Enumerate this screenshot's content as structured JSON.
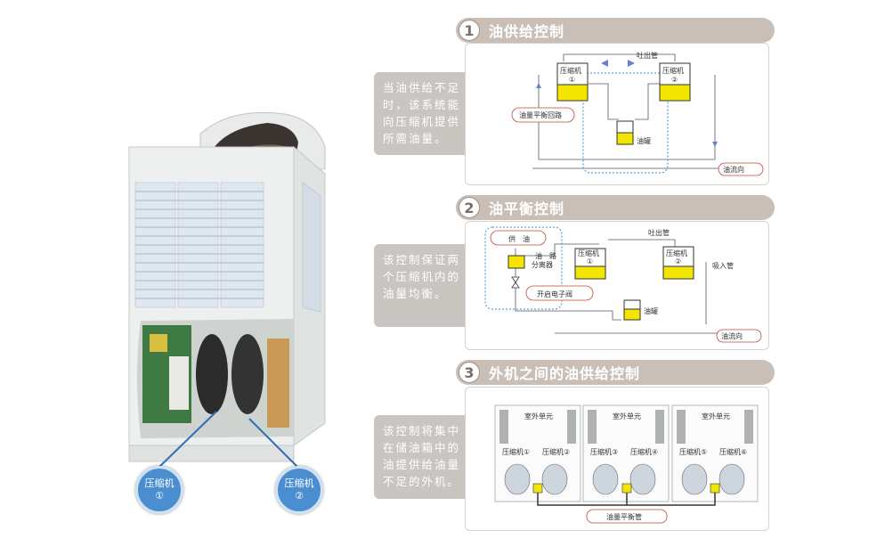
{
  "colors": {
    "header": "#c9bfb6",
    "oil": "#f2e600",
    "pipe": "#6a7fd0",
    "accent_red": "#c0473a",
    "callout": "#4a8ed0"
  },
  "unit": {
    "callout1": {
      "line1": "压缩机",
      "line2": "①"
    },
    "callout2": {
      "line1": "压缩机",
      "line2": "②"
    }
  },
  "sections": [
    {
      "num": "1",
      "title": "油供给控制",
      "desc": "当油供给不足时，该系统能向压缩机提供所需油量。",
      "labels": {
        "discharge": "吐出管",
        "comp1": "压缩机",
        "comp1_num": "①",
        "comp2": "压缩机",
        "comp2_num": "②",
        "balance_loop": "油量平衡回路",
        "tank": "油罐",
        "flow": "油流向"
      }
    },
    {
      "num": "2",
      "title": "油平衡控制",
      "desc": "该控制保证两个压缩机内的油量均衡。",
      "labels": {
        "supply": "供　油",
        "separator1": "油　路",
        "separator2": "分离器",
        "discharge": "吐出管",
        "comp1": "压缩机",
        "comp1_num": "①",
        "comp2": "压缩机",
        "comp2_num": "②",
        "suction": "吸入管",
        "valve": "开启电子阀",
        "tank": "油罐",
        "flow": "油流向"
      }
    },
    {
      "num": "3",
      "title": "外机之间的油供给控制",
      "desc": "该控制将集中在储油箱中的油提供给油量不足的外机。",
      "labels": {
        "outdoor": "室外单元",
        "c1": "压缩机①",
        "c2": "压缩机②",
        "c3": "压缩机③",
        "c4": "压缩机④",
        "c5": "压缩机⑤",
        "c6": "压缩机⑥",
        "pipe": "油量平衡管"
      }
    }
  ]
}
